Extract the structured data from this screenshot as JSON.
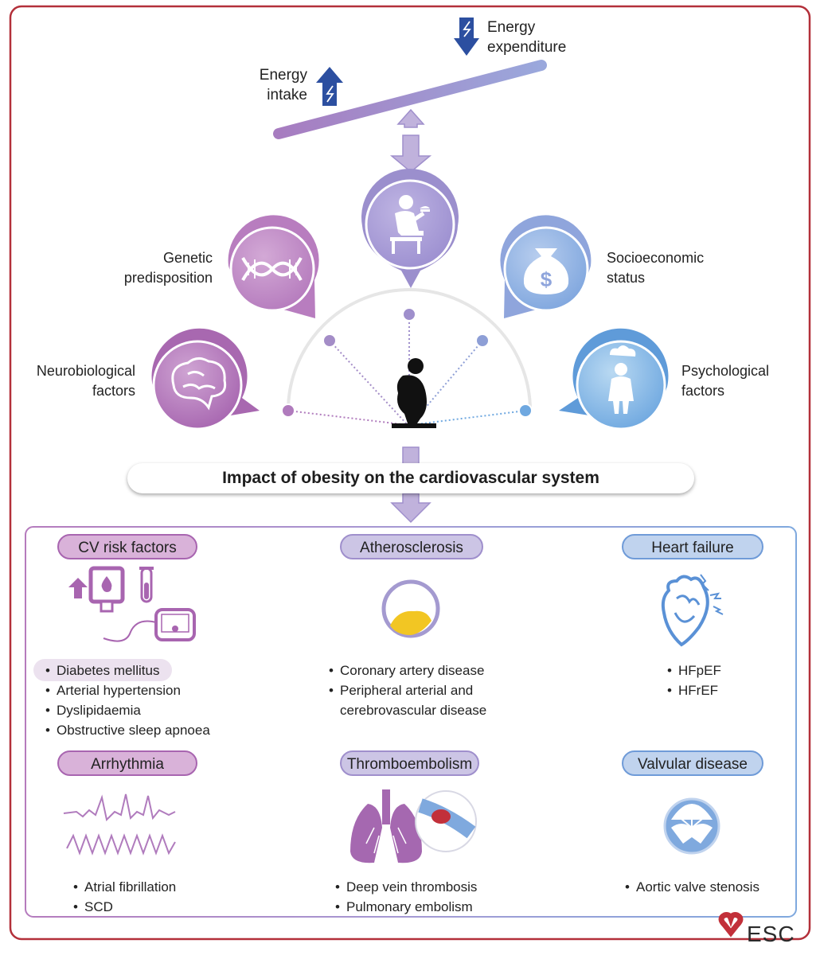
{
  "balance": {
    "energy_expenditure": [
      "Energy",
      "expenditure"
    ],
    "energy_intake": [
      "Energy",
      "intake"
    ]
  },
  "factors": {
    "genetic": [
      "Genetic",
      "predisposition"
    ],
    "socioeconomic": [
      "Socioeconomic",
      "status"
    ],
    "neurobiological": [
      "Neurobiological",
      "factors"
    ],
    "psychological": [
      "Psychological",
      "factors"
    ]
  },
  "impact_title": "Impact of obesity on the cardiovascular system",
  "categories": {
    "cv_risk": {
      "title": "CV risk factors",
      "items": [
        "Diabetes mellitus",
        "Arterial hypertension",
        "Dyslipidaemia",
        "Obstructive sleep apnoea"
      ]
    },
    "atherosclerosis": {
      "title": "Atherosclerosis",
      "items": [
        "Coronary artery disease",
        "Peripheral arterial and cerebrovascular disease"
      ]
    },
    "heart_failure": {
      "title": "Heart failure",
      "items": [
        "HFpEF",
        "HFrEF"
      ]
    },
    "arrhythmia": {
      "title": "Arrhythmia",
      "items": [
        "Atrial fibrillation",
        "SCD"
      ]
    },
    "thromboembolism": {
      "title": "Thromboembolism",
      "items": [
        "Deep vein thrombosis",
        "Pulmonary embolism"
      ]
    },
    "valvular": {
      "title": "Valvular disease",
      "items": [
        "Aortic valve stenosis"
      ]
    }
  },
  "logo": "ESC",
  "colors": {
    "frame": "#b3303a",
    "purple": "#a865b0",
    "mauve": "#9f8fcc",
    "blue": "#6f9bd8",
    "plaque": "#f2c623"
  }
}
